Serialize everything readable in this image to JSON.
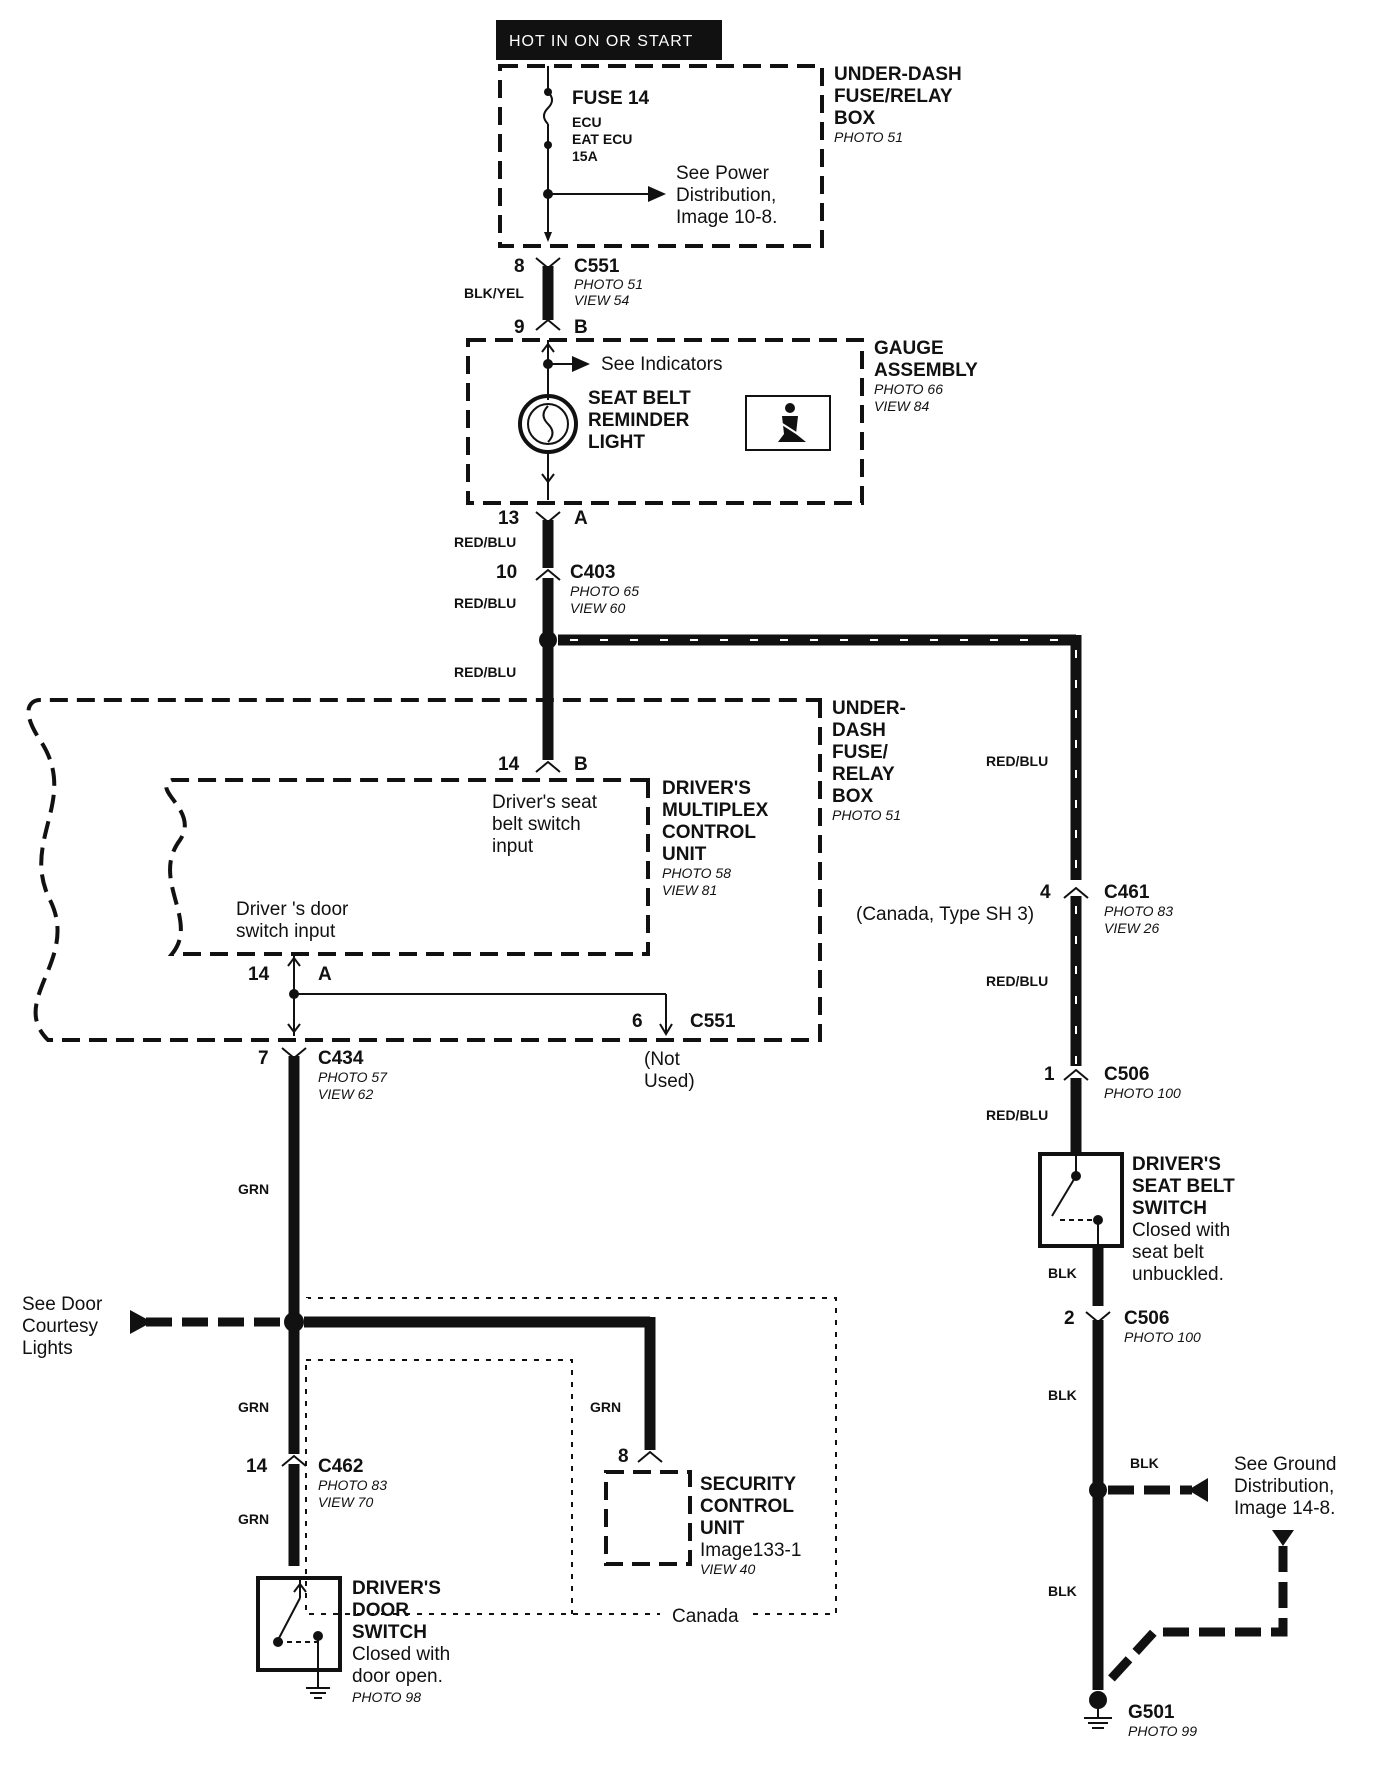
{
  "header": "HOT IN ON OR START",
  "fuse_box_top": {
    "title_lines": [
      "UNDER-DASH",
      "FUSE/RELAY",
      "BOX"
    ],
    "photo": "PHOTO 51"
  },
  "fuse": {
    "name": "FUSE 14",
    "lines": [
      "ECU",
      "EAT ECU",
      "15A"
    ]
  },
  "see_power": [
    "See Power",
    "Distribution,",
    "Image 10-8."
  ],
  "c551_top": {
    "name": "C551",
    "pin_top": "8",
    "pin_bottom": "9",
    "pin_letter": "B",
    "photo": "PHOTO 51",
    "view": "VIEW 54",
    "wire": "BLK/YEL"
  },
  "gauge": {
    "title_lines": [
      "GAUGE",
      "ASSEMBLY"
    ],
    "photo": "PHOTO 66",
    "view": "VIEW 84",
    "see_indicators": "See Indicators",
    "light_lines": [
      "SEAT BELT",
      "REMINDER",
      "LIGHT"
    ],
    "pin": "13",
    "pin_letter": "A",
    "wire": "RED/BLU"
  },
  "c403": {
    "name": "C403",
    "pin": "10",
    "photo": "PHOTO 65",
    "view": "VIEW 60",
    "wire": "RED/BLU"
  },
  "wire_red_blu_mid": "RED/BLU",
  "fuse_box_mid": {
    "title_lines": [
      "UNDER-",
      "DASH",
      "FUSE/",
      "RELAY",
      "BOX"
    ],
    "photo": "PHOTO 51"
  },
  "mcu": {
    "title_lines": [
      "DRIVER'S",
      "MULTIPLEX",
      "CONTROL",
      "UNIT"
    ],
    "photo": "PHOTO 58",
    "view": "VIEW 81",
    "pin_b": "14",
    "letter_b": "B",
    "seat_input": [
      "Driver's seat",
      "belt switch",
      "input"
    ],
    "door_input": [
      "Driver 's door",
      "switch input"
    ],
    "pin_a": "14",
    "letter_a": "A"
  },
  "c551_mid": {
    "name": "C551",
    "pin": "6",
    "note": [
      "(Not",
      "Used)"
    ]
  },
  "c434": {
    "name": "C434",
    "pin": "7",
    "photo": "PHOTO 57",
    "view": "VIEW 62"
  },
  "grn_labels": [
    "GRN",
    "GRN",
    "GRN",
    "GRN"
  ],
  "see_door": [
    "See Door",
    "Courtesy",
    "Lights"
  ],
  "c462": {
    "name": "C462",
    "pin": "14",
    "photo": "PHOTO 83",
    "view": "VIEW 70"
  },
  "door_switch": {
    "title_lines": [
      "DRIVER'S",
      "DOOR",
      "SWITCH"
    ],
    "desc": [
      "Closed with",
      "door open."
    ],
    "photo": "PHOTO 98"
  },
  "security": {
    "title_lines": [
      "SECURITY",
      "CONTROL",
      "UNIT"
    ],
    "image": "Image133-1",
    "view": "VIEW 40",
    "pin": "8",
    "region": "Canada"
  },
  "right_branch": {
    "wire_labels": [
      "RED/BLU",
      "RED/BLU",
      "RED/BLU"
    ],
    "c461": {
      "name": "C461",
      "pin": "4",
      "canada": "(Canada, Type SH 3)",
      "photo": "PHOTO 83",
      "view": "VIEW 26"
    },
    "c506_top": {
      "name": "C506",
      "pin": "1",
      "photo": "PHOTO 100"
    },
    "seat_switch": {
      "title_lines": [
        "DRIVER'S",
        "SEAT BELT",
        "SWITCH"
      ],
      "desc": [
        "Closed with",
        "seat belt",
        "unbuckled."
      ]
    },
    "blk_labels": [
      "BLK",
      "BLK",
      "BLK",
      "BLK"
    ],
    "c506_bottom": {
      "name": "C506",
      "pin": "2",
      "photo": "PHOTO 100"
    },
    "see_ground": [
      "See Ground",
      "Distribution,",
      "Image 14-8."
    ],
    "g501": {
      "name": "G501",
      "photo": "PHOTO 99"
    }
  }
}
